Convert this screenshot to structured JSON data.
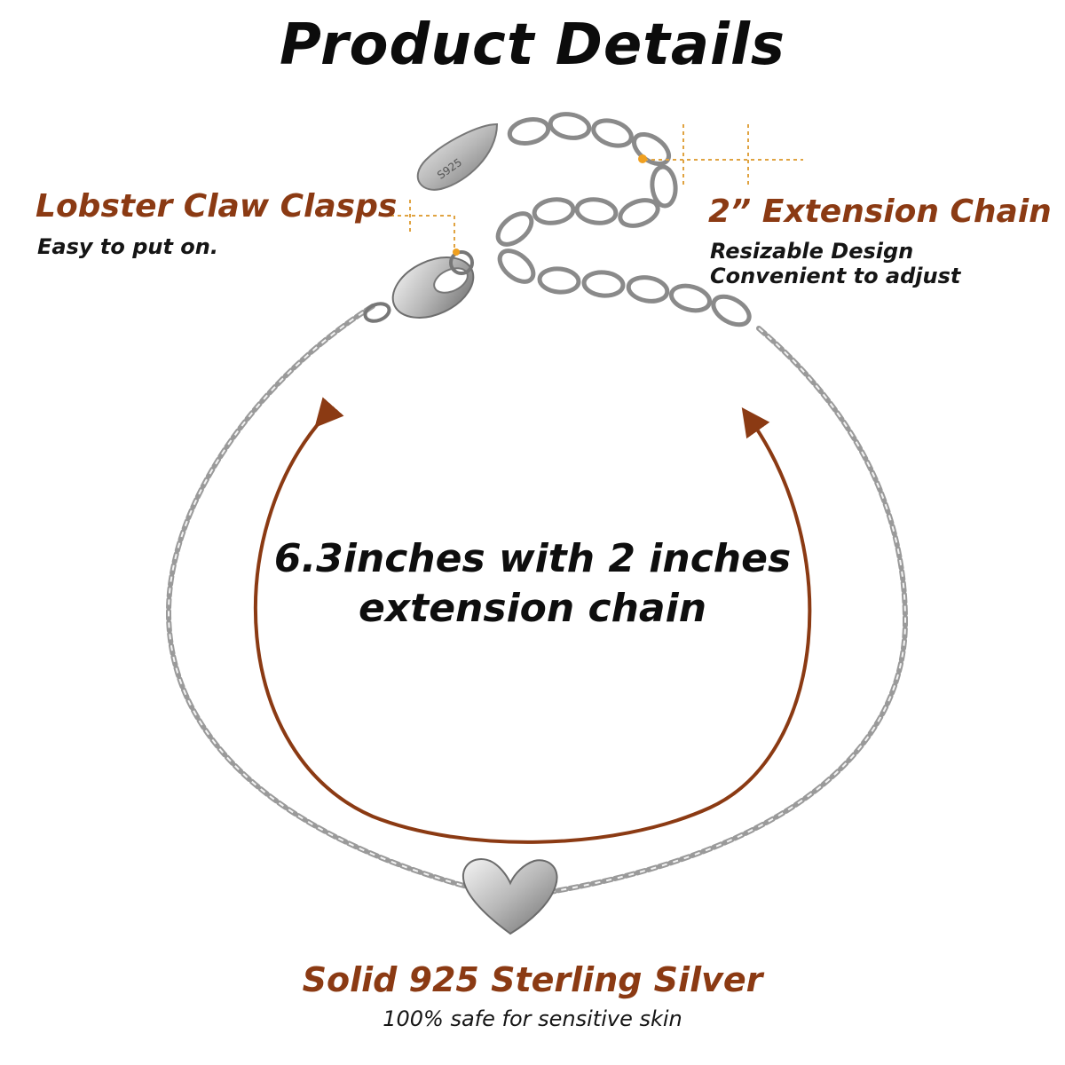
{
  "title": "Product Details",
  "accent_color": "#8b3a13",
  "callouts": {
    "clasp": {
      "heading": "Lobster Claw Clasps",
      "subtitle": "Easy to put on."
    },
    "extension": {
      "heading": "2” Extension Chain",
      "subtitle_line1": "Resizable Design",
      "subtitle_line2": "Convenient  to adjust"
    }
  },
  "center_text": {
    "line1": "6.3inches with 2 inches",
    "line2": "extension chain"
  },
  "material": {
    "heading": "Solid 925 Sterling Silver",
    "subtitle": "100% safe for sensitive skin"
  },
  "pendant_engraving": "S925",
  "icons": {
    "clasp": "lobster-claw-clasp-icon",
    "pendant": "heart-pendant-icon",
    "tag": "teardrop-tag-icon",
    "arrow": "curved-arrow-icon"
  }
}
